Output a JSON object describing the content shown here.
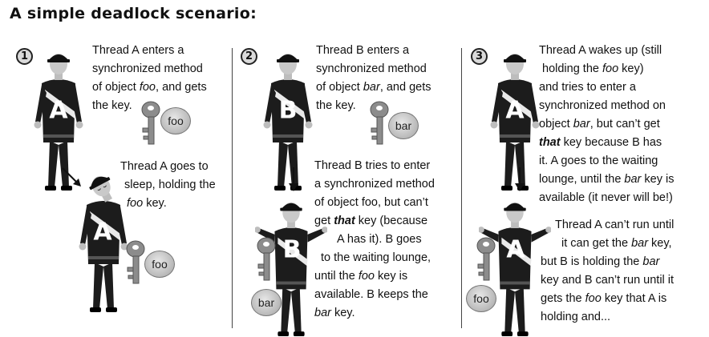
{
  "title": "A simple deadlock scenario:",
  "panels": [
    {
      "number": "1",
      "top_text": [
        "Thread A enters a",
        "synchronized method",
        "of object foo, and gets",
        "the key."
      ],
      "top_letter": "A",
      "top_key": "foo",
      "bottom_text": [
        "Thread A goes to",
        "sleep, holding the",
        "foo key."
      ],
      "bottom_letter": "A",
      "bottom_key": "foo"
    },
    {
      "number": "2",
      "top_text": [
        "Thread B enters a",
        "synchronized method",
        "of object bar, and gets",
        "the key."
      ],
      "top_letter": "B",
      "top_key": "bar",
      "bottom_text": [
        "Thread B tries to enter",
        "a synchronized method",
        "of object foo, but can’t",
        "get that key (because",
        "A has it). B goes",
        "to the waiting lounge,",
        "until the foo key is",
        "available. B keeps the",
        "bar key."
      ],
      "bottom_letter": "B",
      "bottom_key": "bar"
    },
    {
      "number": "3",
      "top_text": [
        "Thread A wakes up (still",
        "holding the foo key)",
        "and tries to enter a",
        "synchronized method on",
        "object bar, but can’t get",
        "that key because B has",
        "it. A goes to the waiting",
        "lounge, until the bar key is",
        "available (it never will be!)"
      ],
      "top_letter": "A",
      "bottom_text": [
        "Thread A can’t run until",
        "it can get the bar key,",
        "but B is holding the bar",
        "key and B can’t run until it",
        "gets the foo key that A is",
        "holding and..."
      ],
      "bottom_letter": "A",
      "bottom_key": "foo"
    }
  ],
  "colors": {
    "ink": "#111111",
    "shirt": "#1c1c1c",
    "tag": "#c4c4c4",
    "badge": "#d9d9d9"
  },
  "icons": [
    "person-standing-icon",
    "person-sleeping-icon",
    "person-shrugging-icon",
    "key-icon",
    "arrow-down-icon",
    "arrow-diagonal-icon"
  ]
}
